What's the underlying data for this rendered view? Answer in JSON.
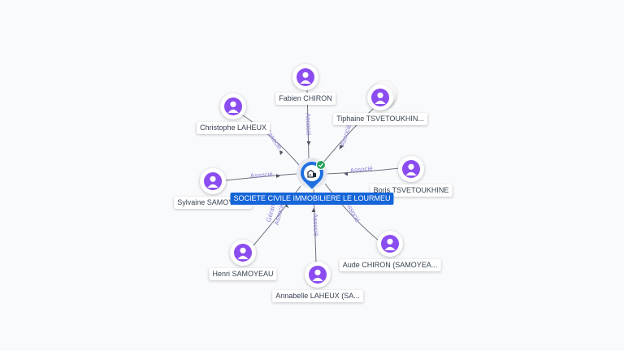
{
  "company": {
    "name": "SOCIETE CIVILE IMMOBILIERE LE LOURMEU",
    "icon": "building-icon",
    "badge_icon": "check-icon",
    "color": "#1565d8"
  },
  "colors": {
    "person_avatar": "#8b4cf0",
    "relation_label": "#8b7fd4",
    "edge": "#6b7280",
    "badge": "#22a35a"
  },
  "people": [
    {
      "id": "fabien",
      "name": "Fabien CHIRON",
      "relations": [
        "Associé"
      ],
      "icon": "person-icon"
    },
    {
      "id": "tiphaine",
      "name": "Tiphaine TSVETOUKHIN...",
      "relations": [
        "Associé"
      ],
      "icon": "person-icon",
      "stacked": true
    },
    {
      "id": "christophe",
      "name": "Christophe LAHEUX",
      "relations": [
        "Associé"
      ],
      "icon": "person-icon"
    },
    {
      "id": "boris",
      "name": "Boris TSVETOUKHINE",
      "relations": [
        "Associé"
      ],
      "icon": "person-icon"
    },
    {
      "id": "sylvaine",
      "name": "Sylvaine SAMOYEAU",
      "relations": [
        "Associé"
      ],
      "icon": "person-icon"
    },
    {
      "id": "henri",
      "name": "Henri SAMOYEAU",
      "relations": [
        "Gérant",
        "Associé"
      ],
      "icon": "person-icon"
    },
    {
      "id": "annabelle",
      "name": "Annabelle LAHEUX (SA...",
      "relations": [
        "Associé"
      ],
      "icon": "person-icon"
    },
    {
      "id": "aude",
      "name": "Aude CHIRON (SAMOYEA...",
      "relations": [
        "Associé"
      ],
      "icon": "person-icon"
    }
  ]
}
